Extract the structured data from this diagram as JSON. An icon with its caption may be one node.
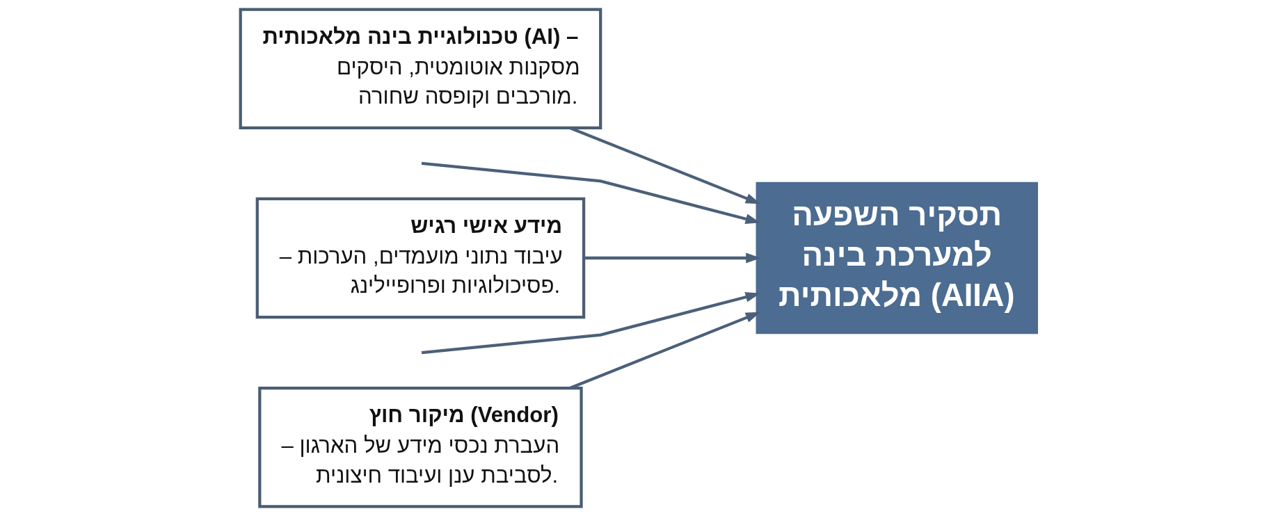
{
  "diagram": {
    "nodes": [
      {
        "text": [
          "**טכנולוגיית בינה מלאכותית (AI) –** מסקנות אוטומטית, היסקים מורכבים וקופסה שחורה."
        ]
      },
      {
        "text": [
          "**מידע אישי רגיש** – עיבוד נתוני מועמדים, הערכות פסיכולוגיות ופרופיילינג."
        ]
      },
      {
        "text": [
          "**מיקור חוץ (Vendor)** – העברת נכסי מידע של הארגון לסביבת ענן ועיבוד חיצונית."
        ]
      },
      {
        "text": [
          "תסקיר השפעה למערכת בינה מלאכותית (AIIA)"
        ]
      }
    ],
    "edges": [
      {
        "from": 0,
        "to": 3,
        "arrow": "to"
      },
      {
        "from": null,
        "to": 3,
        "arrow": "to"
      },
      {
        "from": 1,
        "to": 3,
        "arrow": "to"
      },
      {
        "from": null,
        "to": 3,
        "arrow": "to"
      },
      {
        "from": 2,
        "to": 3,
        "arrow": "to"
      }
    ]
  }
}
